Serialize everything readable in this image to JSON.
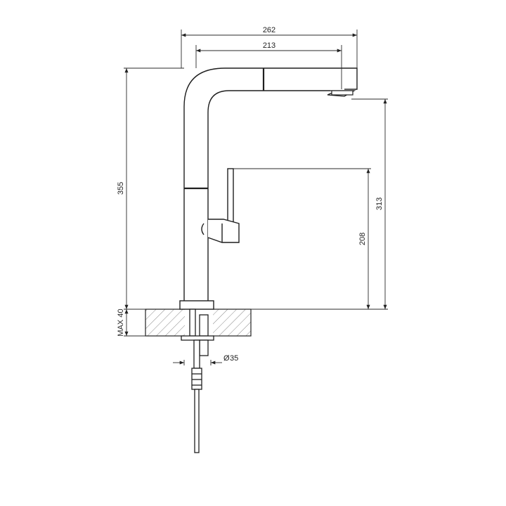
{
  "colors": {
    "outline": "#1f1f1f",
    "dimension": "#2a2a2a",
    "hatch": "#777777"
  },
  "dimensions": {
    "total_width": "262",
    "spout_reach": "213",
    "total_height": "355",
    "outlet_height": "313",
    "lever_height": "208",
    "max_thickness": "MAX 40",
    "hole_diameter": "35",
    "diameter_symbol": "Ø"
  }
}
